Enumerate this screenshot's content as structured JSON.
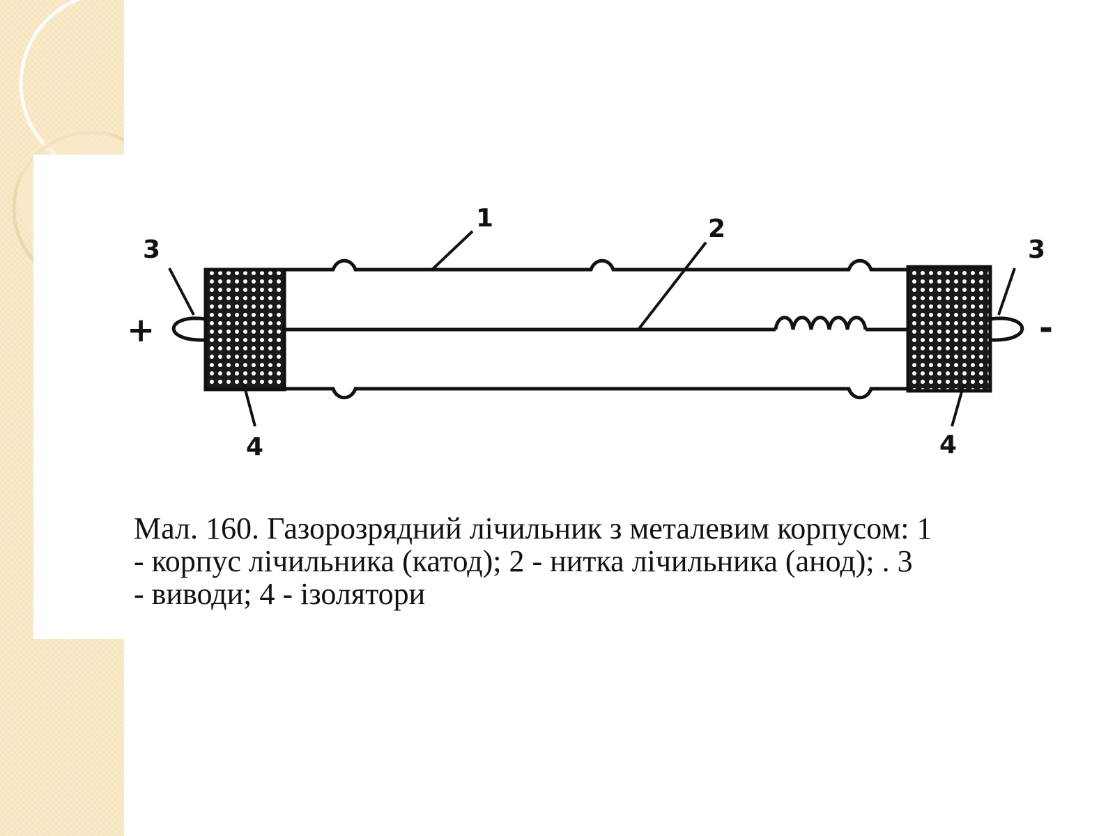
{
  "diagram": {
    "labels": {
      "body": "1",
      "filament": "2",
      "lead_left": "3",
      "lead_right": "3",
      "insulator_left": "4",
      "insulator_right": "4",
      "plus": "+",
      "minus": "-"
    }
  },
  "caption": {
    "line1": "Мал. 160. Газорозрядний лічильник з металевим корпусом: 1",
    "line2": "- корпус лічильника (катод); 2 - нитка лічильника (анод);   . 3",
    "line3": "- виводи; 4 - ізолятори"
  },
  "colors": {
    "sidebar": "#f6e4bd",
    "ink": "#111111"
  }
}
